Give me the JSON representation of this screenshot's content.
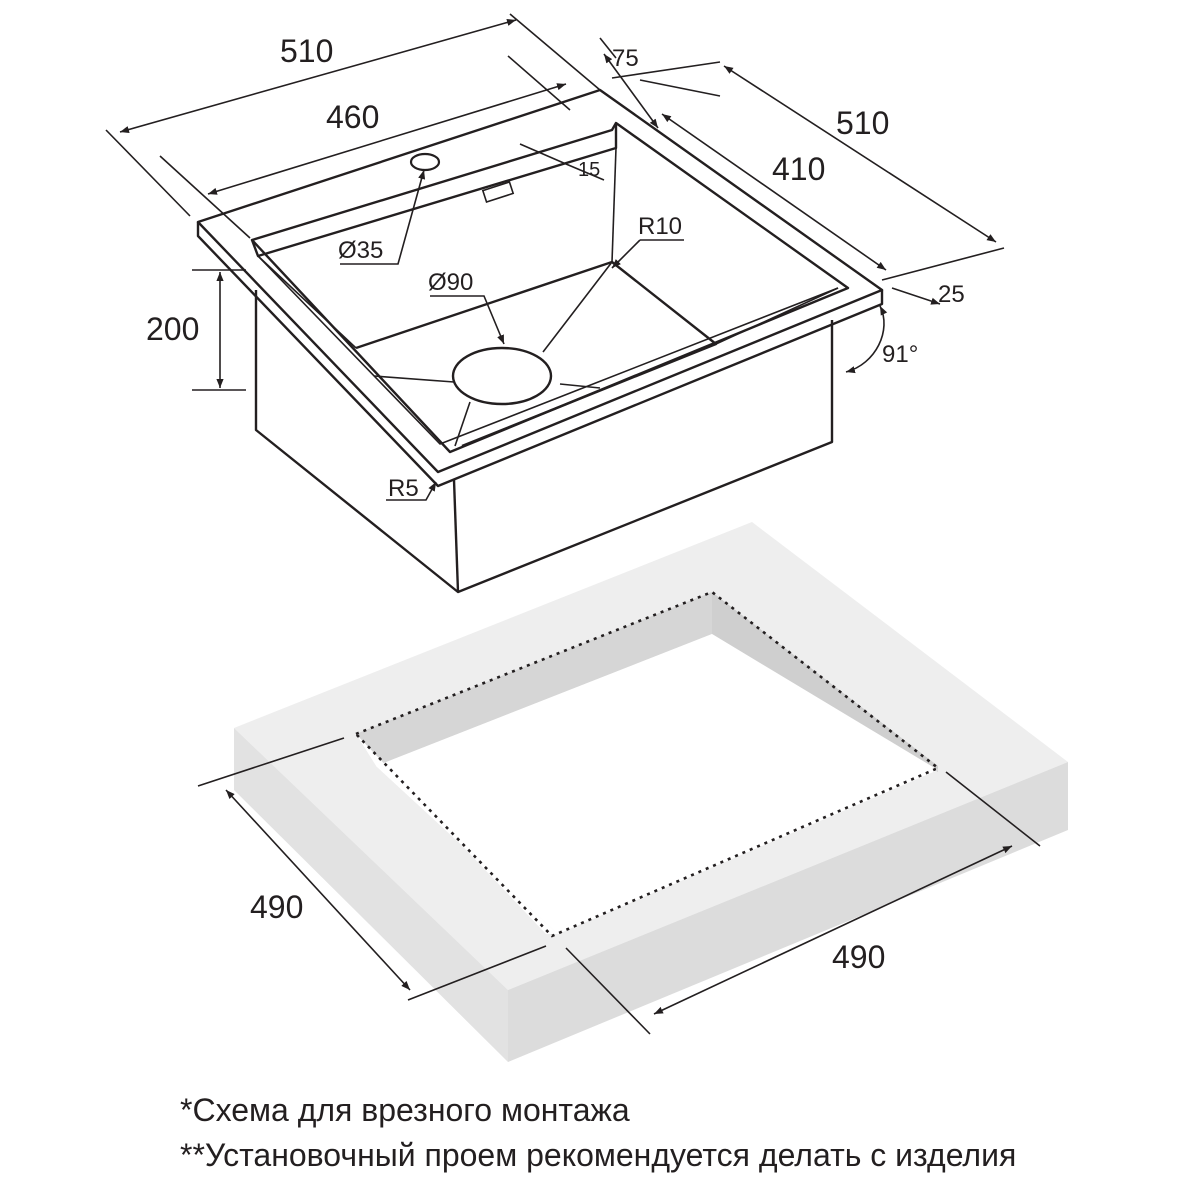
{
  "sink": {
    "dimensions": {
      "overall_width": "510",
      "inner_width": "460",
      "back_ledge": "75",
      "overall_depth": "510",
      "inner_depth": "410",
      "rim_offset": "25",
      "ledge_step": "15",
      "tap_hole": "Ø35",
      "drain": "Ø90",
      "corner_radius_inner": "R10",
      "corner_radius_outer": "R5",
      "height": "200",
      "angle": "91°"
    }
  },
  "cutout": {
    "depth": "490",
    "width": "490"
  },
  "notes": [
    "*Схема для врезного монтажа",
    "**Установочный проем рекомендуется делать с изделия"
  ]
}
